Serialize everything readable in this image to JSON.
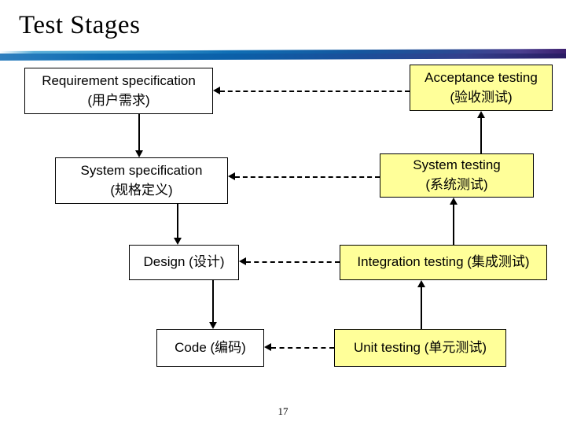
{
  "slide": {
    "title": "Test Stages",
    "page_number": "17",
    "colors": {
      "testing_box_fill": "#ffff99",
      "dev_box_fill": "#ffffff",
      "border": "#000000",
      "bar_light_blue": "#3f9ccd",
      "bar_blue": "#0f6fb5",
      "bar_dark_blue": "#1b4e99",
      "bar_purple": "#3b1f6e"
    }
  },
  "boxes": [
    {
      "id": "requirement-specification",
      "line1": "Requirement specification",
      "line2": "(用户需求)",
      "kind": "development"
    },
    {
      "id": "acceptance-testing",
      "line1": "Acceptance testing",
      "line2": "(验收测试)",
      "kind": "testing"
    },
    {
      "id": "system-specification",
      "line1": "System specification",
      "line2": "(规格定义)",
      "kind": "development"
    },
    {
      "id": "system-testing",
      "line1": "System testing",
      "line2": "(系统测试)",
      "kind": "testing"
    },
    {
      "id": "design",
      "line1": "Design (设计)",
      "line2": "",
      "kind": "development"
    },
    {
      "id": "integration-testing",
      "line1": "Integration testing (集成测试)",
      "line2": "",
      "kind": "testing"
    },
    {
      "id": "code",
      "line1": "Code (编码)",
      "line2": "",
      "kind": "development"
    },
    {
      "id": "unit-testing",
      "line1": "Unit testing (单元测试)",
      "line2": "",
      "kind": "testing"
    }
  ],
  "connectors": [
    {
      "id": "acceptance-to-requirement",
      "style": "dashed",
      "direction": "left"
    },
    {
      "id": "system-testing-to-system-spec",
      "style": "dashed",
      "direction": "left"
    },
    {
      "id": "integration-to-design",
      "style": "dashed",
      "direction": "left"
    },
    {
      "id": "unit-to-code",
      "style": "dashed",
      "direction": "left"
    },
    {
      "id": "requirement-to-system-spec",
      "style": "solid",
      "direction": "down"
    },
    {
      "id": "system-spec-to-design",
      "style": "solid",
      "direction": "down"
    },
    {
      "id": "design-to-code",
      "style": "solid",
      "direction": "down"
    },
    {
      "id": "unit-to-integration",
      "style": "solid",
      "direction": "up"
    },
    {
      "id": "integration-to-system-testing",
      "style": "solid",
      "direction": "up"
    },
    {
      "id": "system-testing-to-acceptance",
      "style": "solid",
      "direction": "up"
    }
  ]
}
